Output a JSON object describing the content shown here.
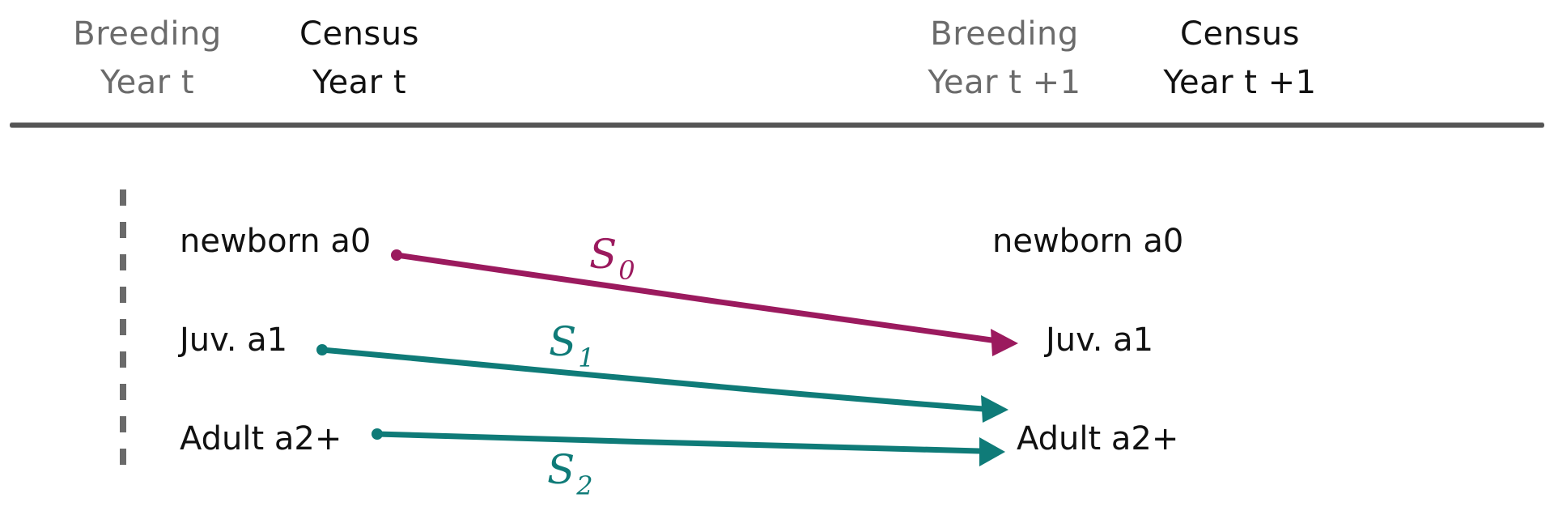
{
  "header": {
    "left_breeding": {
      "line1": "Breeding",
      "line2": "Year t"
    },
    "left_census": {
      "line1": "Census",
      "line2": "Year t"
    },
    "right_breeding": {
      "line1": "Breeding",
      "line2": "Year t +1"
    },
    "right_census": {
      "line1": "Census",
      "line2": "Year t +1"
    }
  },
  "stages_left": {
    "newborn": "newborn a0",
    "juvenile": "Juv. a1",
    "adult": "Adult a2+"
  },
  "stages_right": {
    "newborn": "newborn a0",
    "juvenile": "Juv. a1",
    "adult": "Adult a2+"
  },
  "transitions": {
    "s0": {
      "symbol": "S",
      "subscript": "0",
      "color": "#9b1a5e"
    },
    "s1": {
      "symbol": "S",
      "subscript": "1",
      "color": "#0f7b78"
    },
    "s2": {
      "symbol": "S",
      "subscript": "2",
      "color": "#0f7b78"
    }
  },
  "colors": {
    "header_grey": "#6b6b6b",
    "text": "#111111",
    "divider": "#555555"
  }
}
